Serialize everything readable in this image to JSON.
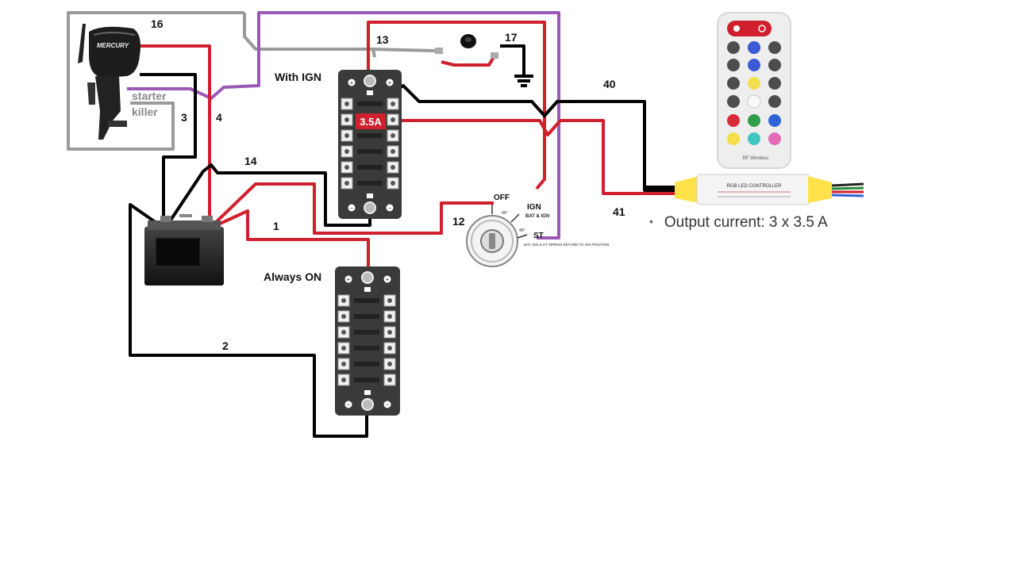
{
  "labels": {
    "fuse_with_ign": "With IGN",
    "fuse_always_on": "Always ON",
    "fuse_rating": "3.5A",
    "starter": "starter",
    "killer": "killer",
    "outboard_brand": "MERCURY",
    "switch_off": "OFF",
    "switch_ign": "IGN",
    "switch_st": "ST",
    "switch_bat_ign": "BAT & IGN",
    "switch_note": "BAT, IGN & ST SPRING RETURN TO IGN POSITION",
    "angle_40a": "40°",
    "angle_40b": "40°",
    "remote_brand": "RF Wireless",
    "controller_label": "RGB LED CONTROLLER"
  },
  "wires": {
    "w1": "1",
    "w2": "2",
    "w3": "3",
    "w4": "4",
    "w12": "12",
    "w13": "13",
    "w14": "14",
    "w16": "16",
    "w17": "17",
    "w40": "40",
    "w41": "41"
  },
  "note": {
    "bullet": "•",
    "text": "Output current: 3 x 3.5 A"
  },
  "colors": {
    "wire_red": "#d0202e",
    "wire_black": "#000000",
    "wire_purple": "#9b59b6",
    "wire_grey": "#9a9a9a",
    "fuse_block": "#3a3a3a",
    "fuse_label_bg": "#d0202e",
    "controller_body": "#ffe14a"
  }
}
